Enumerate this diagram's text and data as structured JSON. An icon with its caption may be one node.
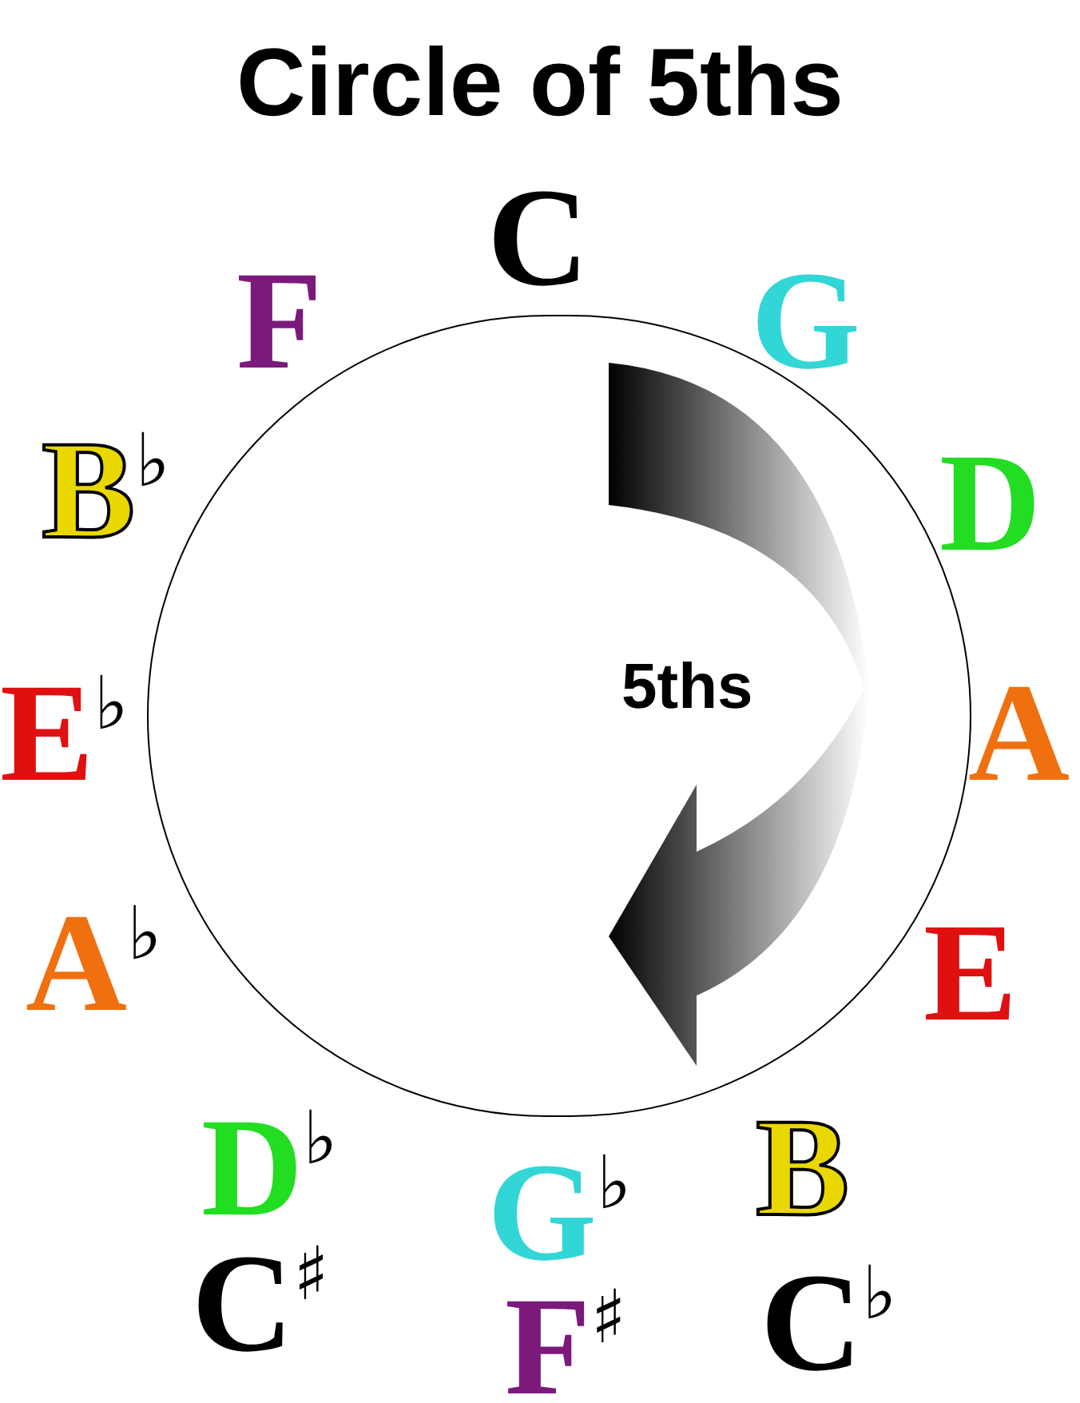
{
  "diagram": {
    "title": "Circle of 5ths",
    "nodes": [
      {
        "text": [
          "5ths"
        ]
      }
    ],
    "labels": [
      "C",
      "F",
      "G",
      "B$^{♭}$",
      "D",
      "E$^{♭}$",
      "A",
      "A$^{♭}$",
      "E",
      "D$^{♭}$",
      "G$^{♭}$",
      "B",
      "C$^{♯}$",
      "F$^{♯}$",
      "C$^{♭}$"
    ]
  }
}
